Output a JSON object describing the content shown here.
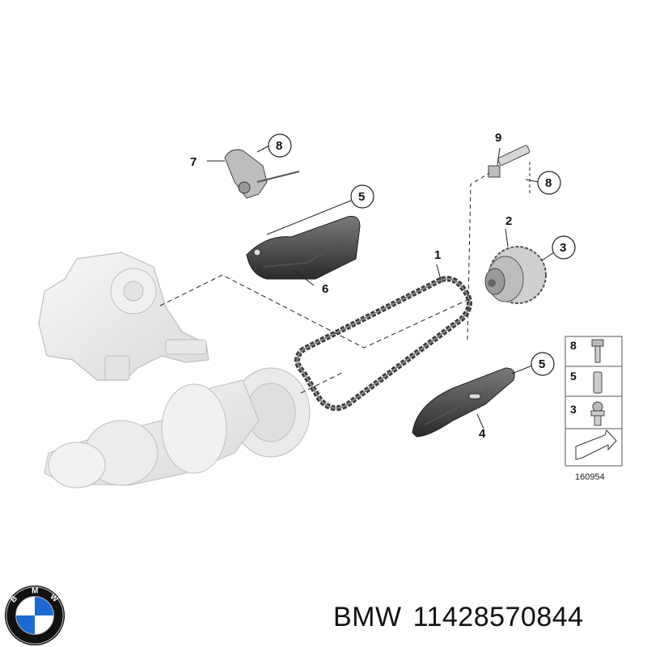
{
  "callouts": {
    "c1": "1",
    "c2": "2",
    "c3": "3",
    "c4": "4",
    "c5a": "5",
    "c5b": "5",
    "c6": "6",
    "c7": "7",
    "c8a": "8",
    "c8b": "8",
    "c9": "9"
  },
  "legend": {
    "items": [
      "8",
      "5",
      "3"
    ]
  },
  "drawing_number": "160954",
  "footer": {
    "brand": "BMW",
    "part_number": "11428570844"
  },
  "logo": {
    "letters": "BMW",
    "colors": {
      "blue": "#1c69d4",
      "ring": "#111111",
      "white": "#ffffff"
    }
  }
}
